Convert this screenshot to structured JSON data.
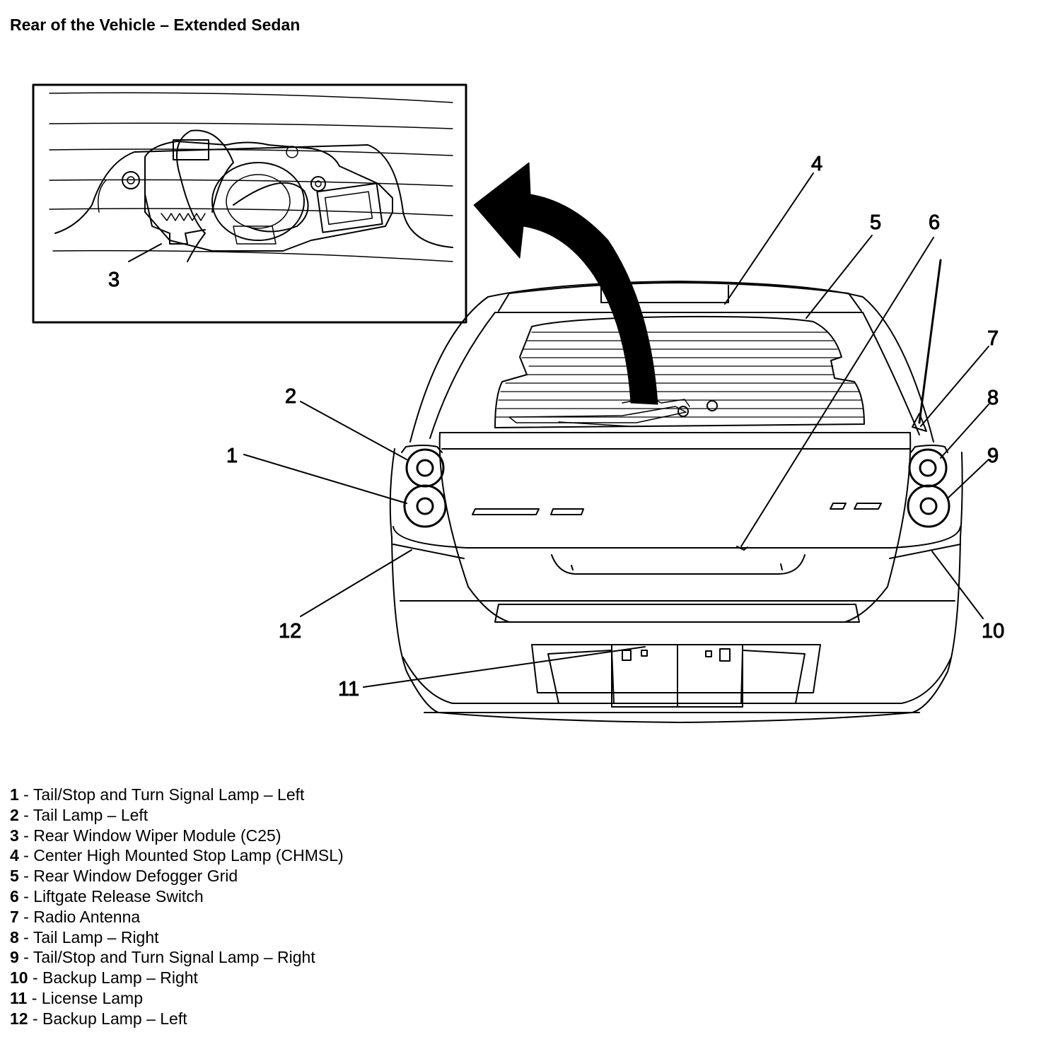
{
  "title": "Rear of the Vehicle – Extended Sedan",
  "callouts": [
    "1",
    "2",
    "3",
    "4",
    "5",
    "6",
    "7",
    "8",
    "9",
    "10",
    "11",
    "12"
  ],
  "legend": [
    {
      "num": "1",
      "sep": " - ",
      "text": "Tail/Stop and Turn Signal Lamp – Left"
    },
    {
      "num": "2",
      "sep": " - ",
      "text": "Tail Lamp – Left"
    },
    {
      "num": "3",
      "sep": " - ",
      "text": "Rear Window Wiper Module (C25)"
    },
    {
      "num": "4",
      "sep": " - ",
      "text": "Center High Mounted Stop Lamp (CHMSL)"
    },
    {
      "num": "5",
      "sep": " - ",
      "text": "Rear Window Defogger Grid"
    },
    {
      "num": "6",
      "sep": " - ",
      "text": "Liftgate Release Switch"
    },
    {
      "num": "7",
      "sep": " - ",
      "text": "Radio Antenna"
    },
    {
      "num": "8",
      "sep": " - ",
      "text": "Tail Lamp – Right"
    },
    {
      "num": "9",
      "sep": " - ",
      "text": "Tail/Stop and Turn Signal Lamp – Right"
    },
    {
      "num": "10",
      "sep": " - ",
      "text": "Backup Lamp – Right"
    },
    {
      "num": "11",
      "sep": " - ",
      "text": "License Lamp"
    },
    {
      "num": "12",
      "sep": " - ",
      "text": "Backup Lamp – Left"
    }
  ]
}
